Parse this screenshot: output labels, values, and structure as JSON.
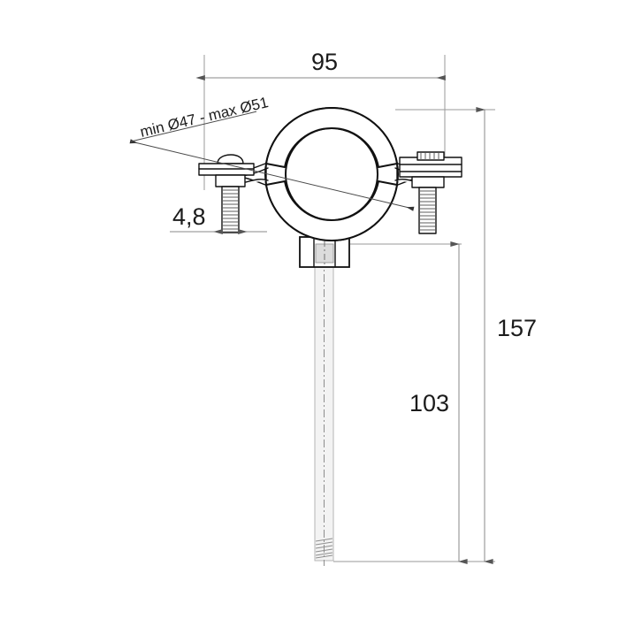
{
  "drawing": {
    "title": "Pipe clamp technical dimension drawing",
    "background_color": "#ffffff",
    "line_color": "#111111",
    "dimension_color": "#8a8a8a",
    "text_color": "#1b1b1b",
    "units": "mm"
  },
  "dimensions": {
    "width_top": "95",
    "bolt_offset": "4,8",
    "rod_length": "103",
    "total_height": "157"
  },
  "annotations": {
    "pipe_diameter_range": "min Ø47 - max Ø51"
  },
  "parts": {
    "clamp_ring": "clamp-ring",
    "left_bolt": "left-bolt",
    "right_bolt": "right-bolt",
    "center_nut": "center-nut",
    "threaded_rod": "threaded-rod"
  }
}
